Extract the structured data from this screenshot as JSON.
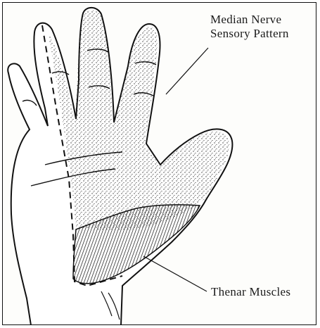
{
  "labels": {
    "median_line1": "Median Nerve",
    "median_line2": "Sensory Pattern",
    "thenar": "Thenar Muscles"
  },
  "colors": {
    "ink": "#1a1a1a",
    "stipple": "#3a3a3a",
    "paper": "#fdfdfb"
  }
}
